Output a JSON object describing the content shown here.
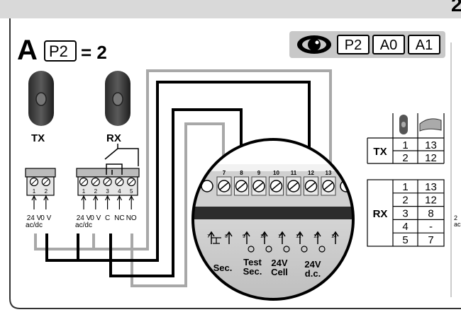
{
  "header": {
    "page_number_partial": "2"
  },
  "section": {
    "letter": "A",
    "param_display": "P2",
    "equals_text": "= 2",
    "view_params": [
      "P2",
      "A0",
      "A1"
    ]
  },
  "devices": {
    "tx_label": "TX",
    "rx_label": "RX"
  },
  "tx_block": {
    "terminal_numbers": [
      "1",
      "2"
    ],
    "labels": [
      "24 V\nac/dc",
      "0 V"
    ]
  },
  "rx_block": {
    "terminal_numbers": [
      "1",
      "2",
      "3",
      "4",
      "5"
    ],
    "labels": [
      "24 V\nac/dc",
      "0 V",
      "C",
      "NC",
      "NO"
    ]
  },
  "board": {
    "top_terminal_numbers": [
      "7",
      "8",
      "9",
      "10",
      "11",
      "12",
      "13"
    ],
    "bottom_labels": [
      "Sec.",
      "Test\nSec.",
      "24V\nCell",
      "24V\nd.c."
    ],
    "bottom_terminal_numbers": [
      "7",
      "8",
      "9",
      "10",
      "11",
      "12",
      "13",
      "14"
    ]
  },
  "wiring_table": {
    "tx": {
      "label": "TX",
      "rows": [
        [
          "1",
          "13"
        ],
        [
          "2",
          "12"
        ]
      ]
    },
    "rx": {
      "label": "RX",
      "rows": [
        [
          "1",
          "13"
        ],
        [
          "2",
          "12"
        ],
        [
          "3",
          "8"
        ],
        [
          "4",
          "-"
        ],
        [
          "5",
          "7"
        ]
      ]
    }
  },
  "cutoff_text": {
    "right_edge": "2\nac"
  }
}
